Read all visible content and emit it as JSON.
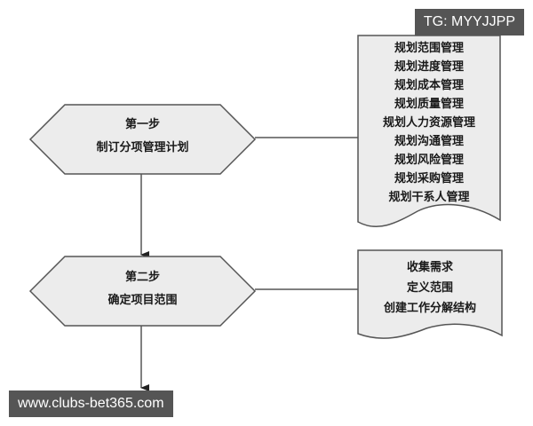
{
  "watermark_top": "TG: MYYJJPP",
  "watermark_bottom": "www.clubs-bet365.com",
  "steps": [
    {
      "title": "第一步",
      "subtitle": "制订分项管理计划"
    },
    {
      "title": "第二步",
      "subtitle": "确定项目范围"
    }
  ],
  "documents": [
    {
      "items": [
        "规划范围管理",
        "规划进度管理",
        "规划成本管理",
        "规划质量管理",
        "规划人力资源管理",
        "规划沟通管理",
        "规划风险管理",
        "规划采购管理",
        "规划干系人管理"
      ]
    },
    {
      "items": [
        "收集需求",
        "定义范围",
        "创建工作分解结构"
      ]
    }
  ],
  "colors": {
    "shape_fill": "#ececec",
    "stroke": "#555555",
    "watermark_bg": "#555555"
  }
}
